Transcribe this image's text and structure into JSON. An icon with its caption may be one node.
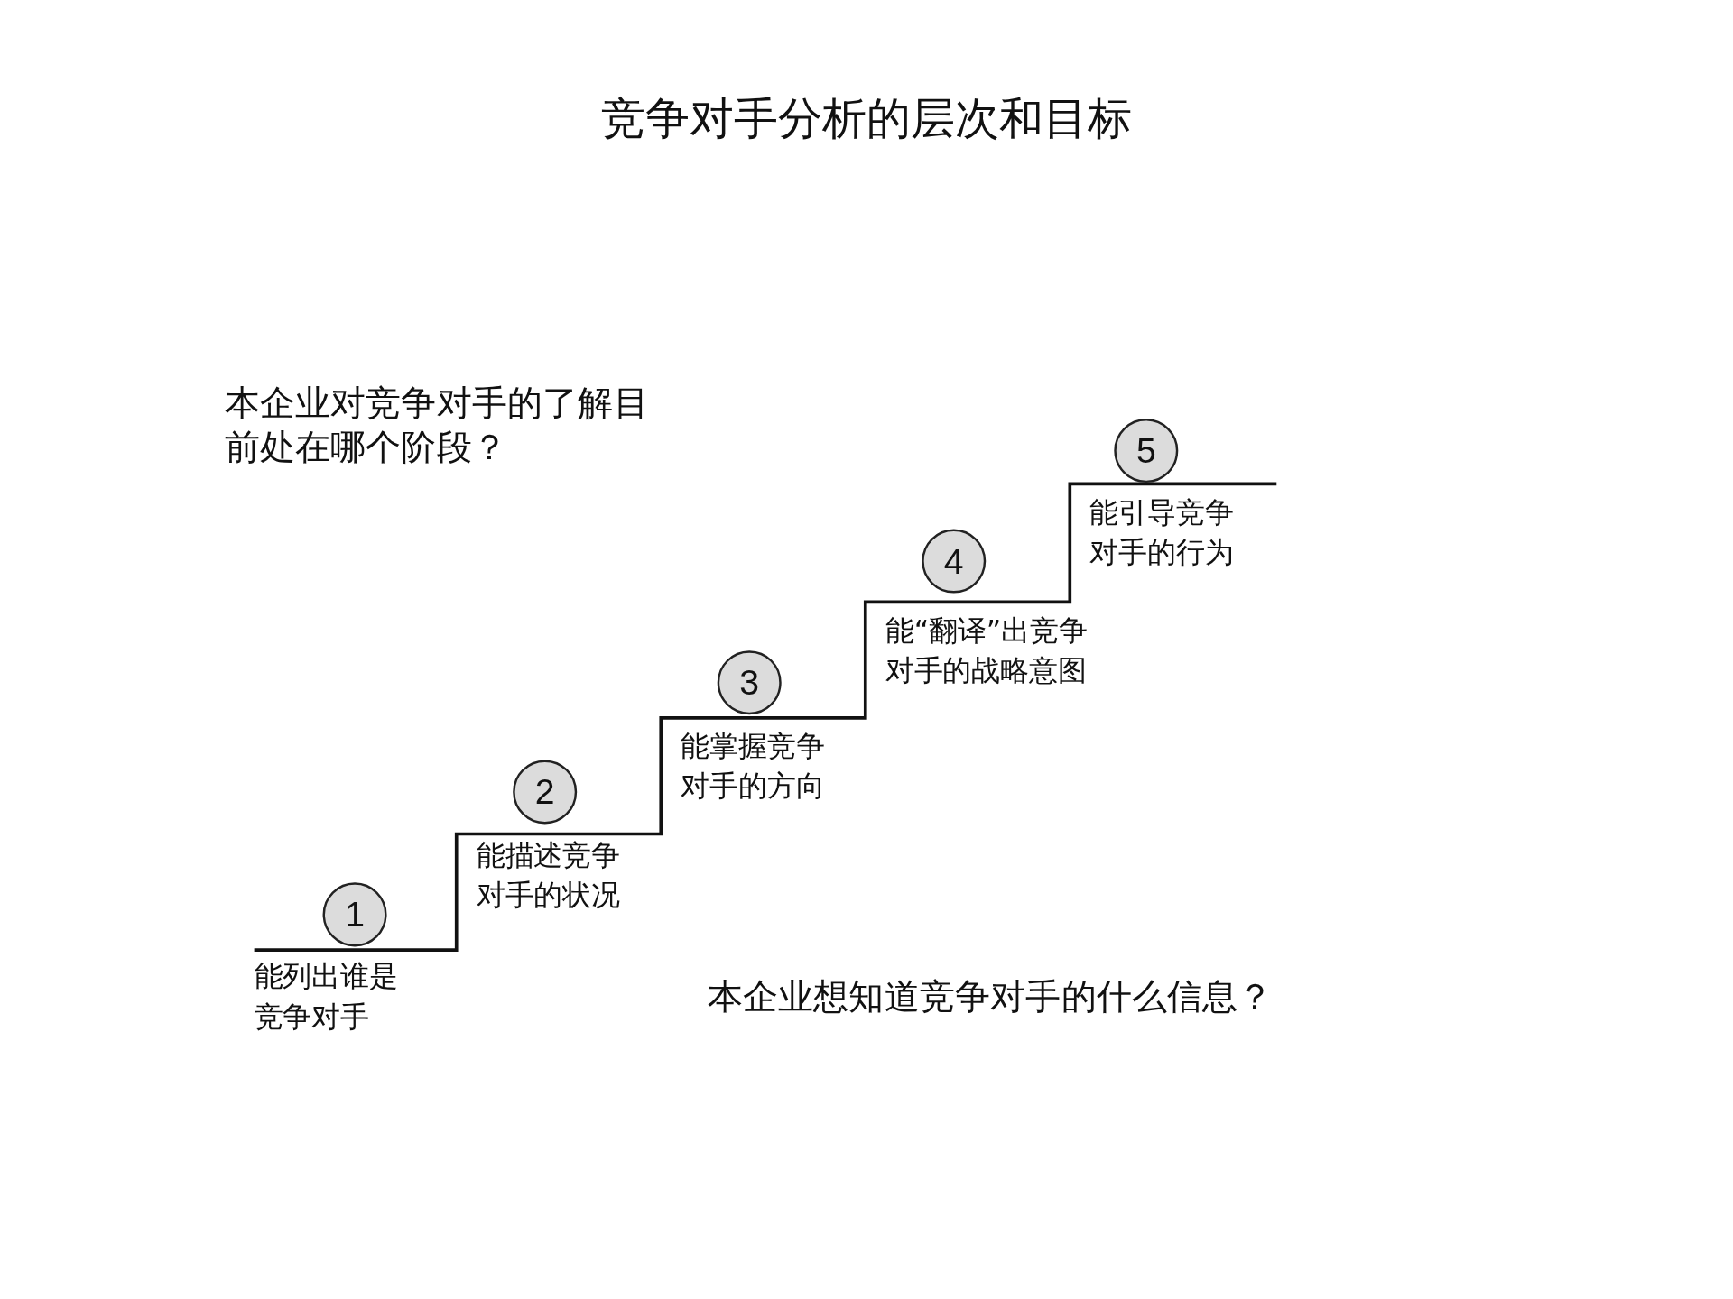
{
  "diagram": {
    "title": "竞争对手分析的层次和目标",
    "nodes": [
      {
        "text": [
          "1"
        ],
        "beside": [
          "能列出谁是竞争对手"
        ]
      },
      {
        "text": [
          "2"
        ],
        "beside": [
          "能描述竞争对手的状况"
        ]
      },
      {
        "text": [
          "3"
        ],
        "beside": [
          "能掌握竞争对手的方向"
        ]
      },
      {
        "text": [
          "4"
        ],
        "beside": [
          "能“翻译”出竞争对手的战略意图"
        ]
      },
      {
        "text": [
          "5"
        ],
        "beside": [
          "能引导竞争对手的行为"
        ]
      }
    ],
    "labels": [
      "本企业对竞争对手的了解目前处在哪个阶段？",
      "本企业想知道竞争对手的什么信息？"
    ]
  }
}
